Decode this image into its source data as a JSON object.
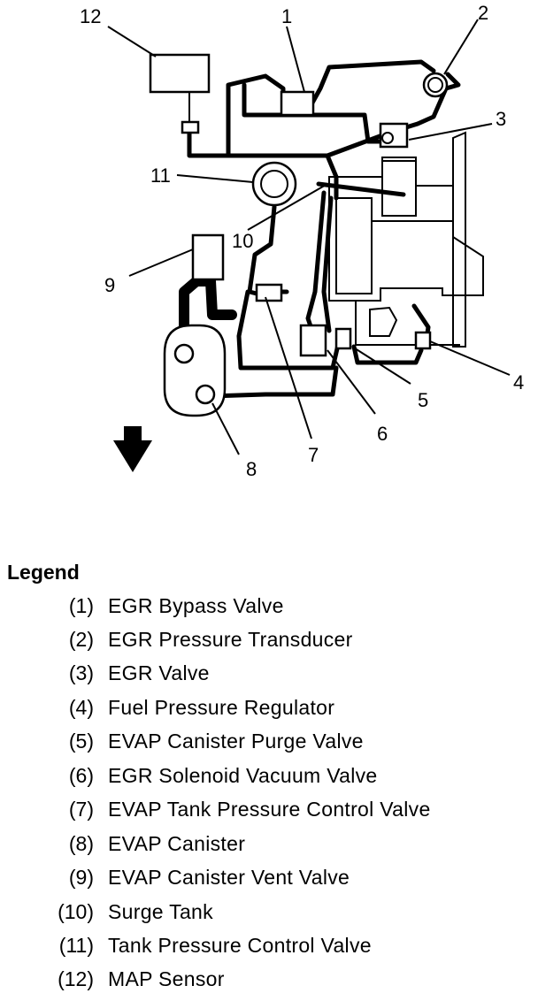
{
  "callouts": [
    "1",
    "2",
    "3",
    "4",
    "5",
    "6",
    "7",
    "8",
    "9",
    "10",
    "11",
    "12"
  ],
  "legend": {
    "title": "Legend",
    "items": [
      {
        "num": "(1)",
        "label": "EGR Bypass Valve"
      },
      {
        "num": "(2)",
        "label": "EGR Pressure Transducer"
      },
      {
        "num": "(3)",
        "label": "EGR Valve"
      },
      {
        "num": "(4)",
        "label": "Fuel Pressure Regulator"
      },
      {
        "num": "(5)",
        "label": "EVAP Canister Purge Valve"
      },
      {
        "num": "(6)",
        "label": "EGR Solenoid Vacuum Valve"
      },
      {
        "num": "(7)",
        "label": "EVAP Tank Pressure Control Valve"
      },
      {
        "num": "(8)",
        "label": "EVAP Canister"
      },
      {
        "num": "(9)",
        "label": "EVAP Canister Vent Valve"
      },
      {
        "num": "(10)",
        "label": "Surge Tank"
      },
      {
        "num": "(11)",
        "label": "Tank Pressure Control Valve"
      },
      {
        "num": "(12)",
        "label": "MAP Sensor"
      }
    ]
  }
}
